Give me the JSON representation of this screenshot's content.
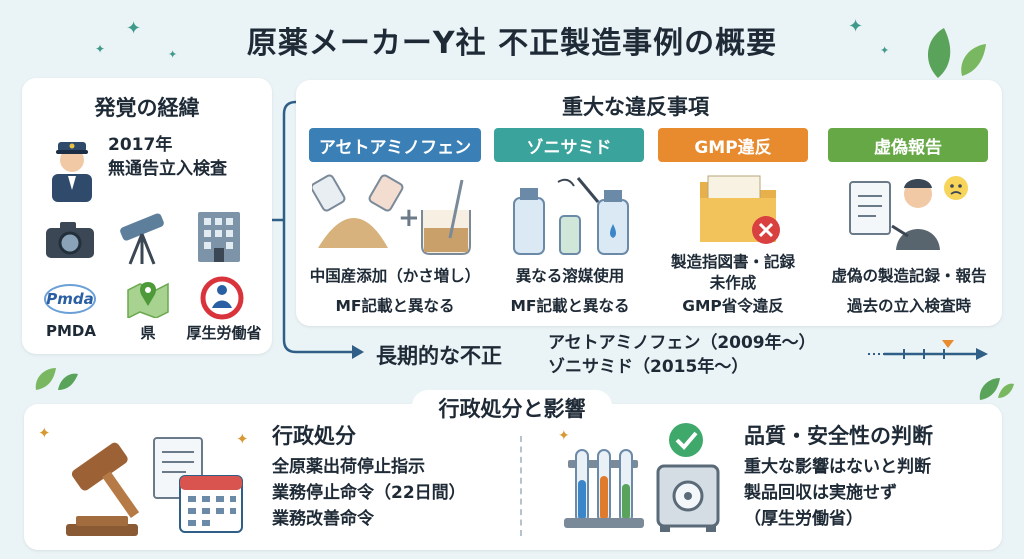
{
  "title": "原薬メーカーY社 不正製造事例の概要",
  "discovery": {
    "heading": "発覚の経緯",
    "event_line1": "2017年",
    "event_line2": "無通告立入検査",
    "agencies": [
      "PMDA",
      "県",
      "厚生労働省"
    ],
    "pmda_logo_text": "Pmda"
  },
  "violations": {
    "heading": "重大な違反事項",
    "categories": [
      {
        "label": "アセトアミノフェン",
        "color": "#3a7fb5",
        "desc": [
          "中国産添加（かさ増し）",
          "MF記載と異なる"
        ]
      },
      {
        "label": "ゾニサミド",
        "color": "#3aa39b",
        "desc": [
          "異なる溶媒使用",
          "MF記載と異なる"
        ]
      },
      {
        "label": "GMP違反",
        "color": "#e88a2e",
        "desc": [
          "製造指図書・記録",
          "未作成",
          "GMP省令違反"
        ]
      },
      {
        "label": "虚偽報告",
        "color": "#66a845",
        "desc": [
          "虚偽の製造記録・報告",
          "過去の立入検査時"
        ]
      }
    ]
  },
  "long_term": {
    "heading": "長期的な不正",
    "line1": "アセトアミノフェン（2009年～）",
    "line2": "ゾニサミド（2015年～）"
  },
  "impact": {
    "heading": "行政処分と影響",
    "admin": {
      "heading": "行政処分",
      "items": [
        "全原薬出荷停止指示",
        "業務停止命令（22日間）",
        "業務改善命令"
      ]
    },
    "quality": {
      "heading": "品質・安全性の判断",
      "items": [
        "重大な影響はないと判断",
        "製品回収は実施せず",
        "（厚生労働省）"
      ]
    }
  },
  "colors": {
    "accent": "#2f5f86",
    "background": "#eaf3f6"
  }
}
